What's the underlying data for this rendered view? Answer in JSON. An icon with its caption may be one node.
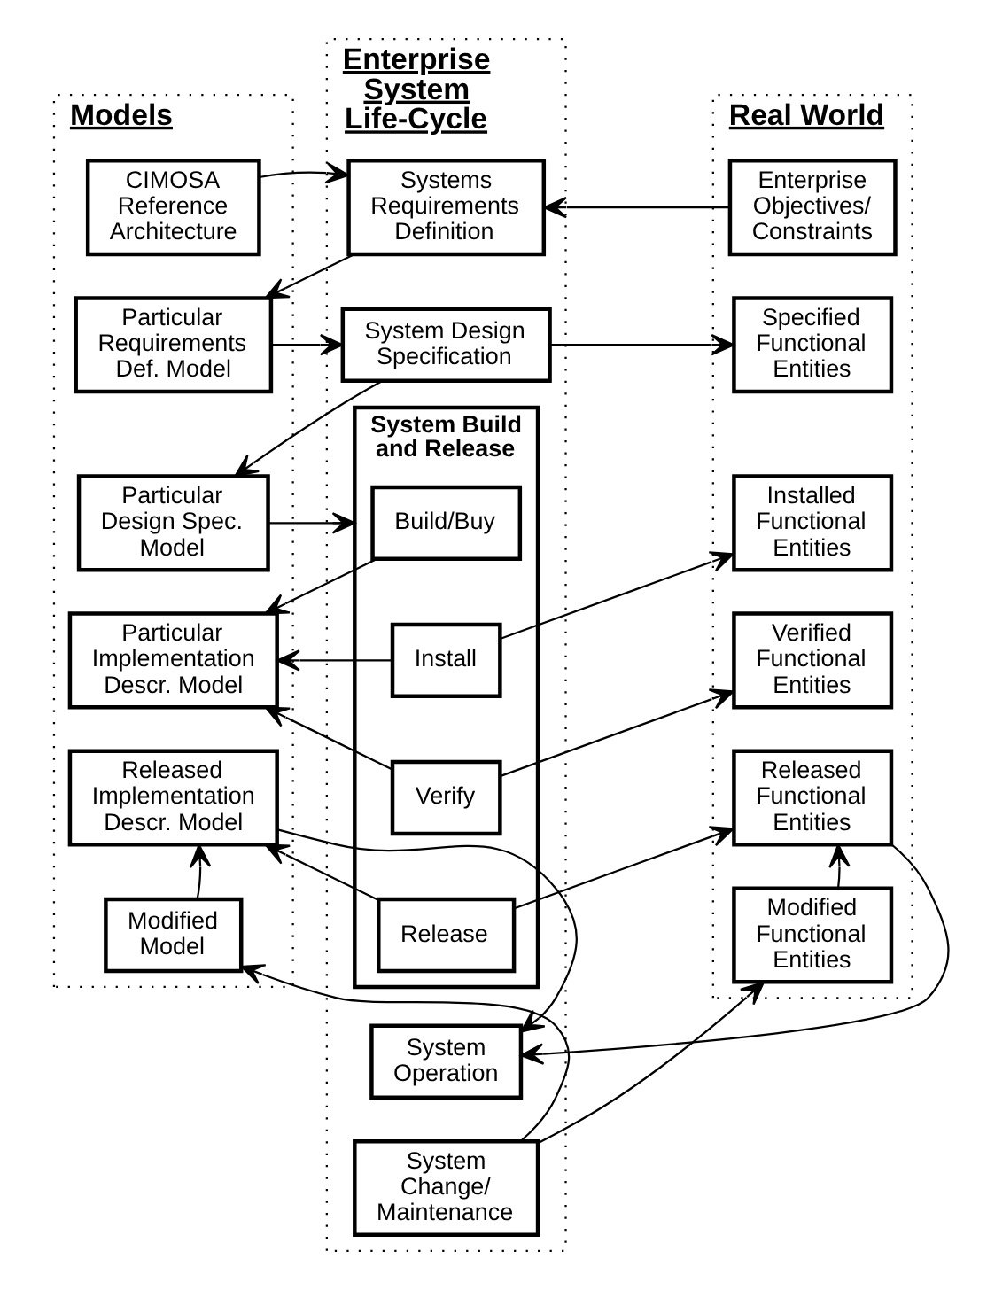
{
  "diagram": {
    "nodes": [
      {
        "text": [
          "Models"
        ]
      },
      {
        "text": [
          "Enterprise System Life-Cycle"
        ]
      },
      {
        "text": [
          "Real World"
        ]
      },
      {
        "text": [
          "CIMOSA Reference Architecture"
        ],
        "in": 0
      },
      {
        "text": [
          "Systems Requirements Definition"
        ],
        "in": 1
      },
      {
        "text": [
          "Enterprise Objectives/ Constraints"
        ],
        "in": 2
      },
      {
        "text": [
          "Particular Requirements Def. Model"
        ],
        "in": 0
      },
      {
        "text": [
          "System Design Specification"
        ],
        "in": 1
      },
      {
        "text": [
          "Particular Design Spec. Model"
        ],
        "in": 0
      },
      {
        "text": [
          "Specified Functional Entities"
        ],
        "in": 2
      },
      {
        "text": [
          "System Build and Release"
        ],
        "in": 1
      },
      {
        "text": [
          "Build/Buy"
        ],
        "in": 10
      },
      {
        "text": [
          "Particular Implementation Descr. Model"
        ],
        "in": 0
      },
      {
        "text": [
          "Installed Functional Entities"
        ],
        "in": 2
      },
      {
        "text": [
          "Install"
        ],
        "in": 10
      },
      {
        "text": [
          "Verify"
        ],
        "in": 10
      },
      {
        "text": [
          "Verified Functional Entities"
        ],
        "in": 2
      },
      {
        "text": [
          "Release"
        ],
        "in": 10
      },
      {
        "text": [
          "Released Implementation Descr. Model"
        ],
        "in": 0
      },
      {
        "text": [
          "System Operation"
        ],
        "in": 1
      },
      {
        "text": [
          "Released Functional Entities"
        ],
        "in": 2
      },
      {
        "text": [
          "Modified Model"
        ],
        "in": 0
      },
      {
        "text": [
          "System Change/ Maintenance"
        ],
        "in": 1
      },
      {
        "text": [
          "Modified Functional Entities"
        ],
        "in": 2
      }
    ],
    "edges": [
      {
        "from": 3,
        "to": 4,
        "arrow": "to"
      },
      {
        "from": 5,
        "to": 4,
        "arrow": "to"
      },
      {
        "from": 4,
        "to": 6,
        "arrow": "to"
      },
      {
        "from": 6,
        "to": 7,
        "arrow": "to"
      },
      {
        "from": 7,
        "to": 8,
        "arrow": "to"
      },
      {
        "from": 7,
        "to": 9,
        "arrow": "to"
      },
      {
        "from": 8,
        "to": 10,
        "arrow": "to"
      },
      {
        "from": 11,
        "to": 12,
        "arrow": "to"
      },
      {
        "from": 14,
        "to": 12,
        "arrow": "to"
      },
      {
        "from": 14,
        "to": 13,
        "arrow": "to"
      },
      {
        "from": 15,
        "to": 12,
        "arrow": "to"
      },
      {
        "from": 15,
        "to": 16,
        "arrow": "to"
      },
      {
        "from": 17,
        "to": 18,
        "arrow": "to"
      },
      {
        "from": 17,
        "to": 20,
        "arrow": "to"
      },
      {
        "from": 18,
        "to": 19,
        "arrow": "to"
      },
      {
        "from": 20,
        "to": 19,
        "arrow": "to"
      },
      {
        "from": 21,
        "to": 18,
        "arrow": "to"
      },
      {
        "from": 23,
        "to": 20,
        "arrow": "to"
      },
      {
        "from": 22,
        "to": 21,
        "arrow": "to"
      },
      {
        "from": 22,
        "to": 23,
        "arrow": "to"
      }
    ]
  }
}
